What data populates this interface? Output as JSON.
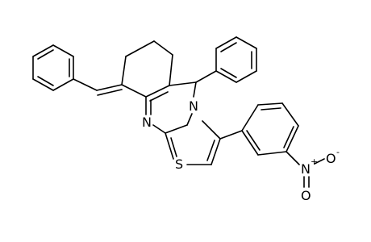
{
  "molecule": {
    "atoms": {
      "n_ring": "N",
      "n_bridge": "N",
      "s_ring": "S",
      "n_nitro": "N",
      "n_nitro_charge": "+",
      "o_top": "O",
      "o_top_charge": "-",
      "o_bottom": "O"
    }
  }
}
